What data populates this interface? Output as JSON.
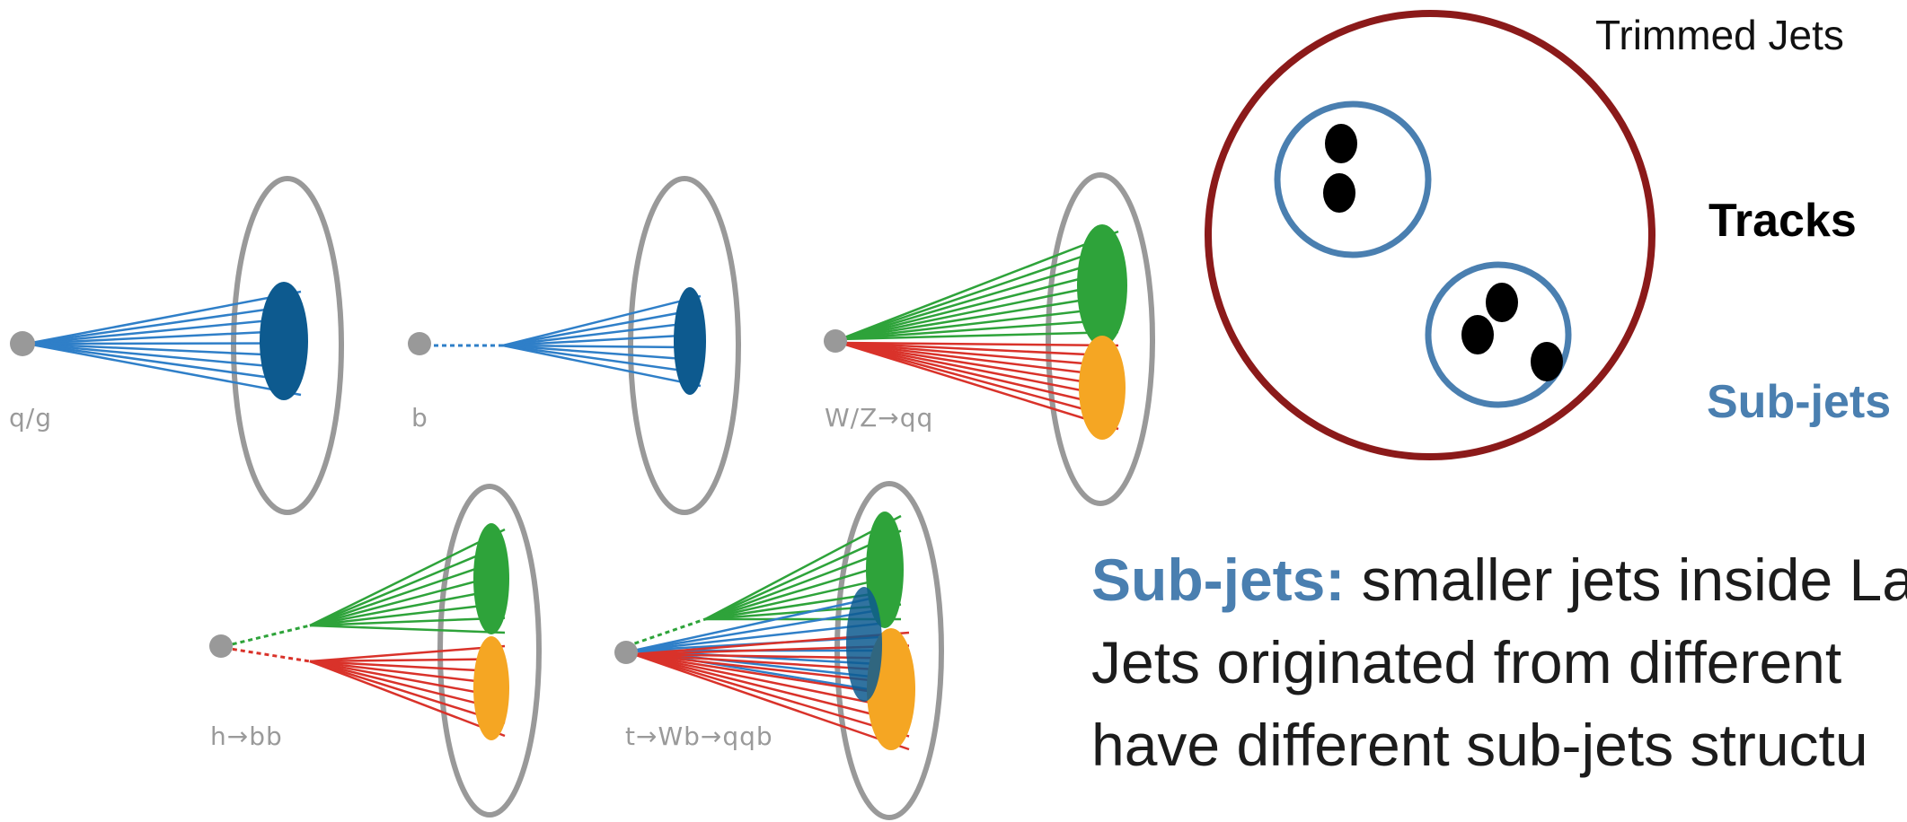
{
  "jet_diagrams": [
    {
      "label": "q/g"
    },
    {
      "label": "b"
    },
    {
      "label": "W/Z→qq"
    },
    {
      "label": "h→bb"
    },
    {
      "label": "t→Wb→qqb"
    }
  ],
  "trimmed_jet_panel": {
    "title": "Trimmed Jets",
    "tracks_label": "Tracks",
    "subjets_label": "Sub-jets"
  },
  "description": {
    "definition_term": "Sub-jets:",
    "definition_text": " smaller jets inside La",
    "line2": "Jets originated from different",
    "line3": "have different sub-jets structu"
  },
  "colors": {
    "blue_lines": "#2f7fc8",
    "blue_fill": "#0d5a8f",
    "green": "#2ea33a",
    "red": "#d9322a",
    "orange": "#f5a623",
    "gray": "#999999",
    "dark_red": "#8b1a1a",
    "subjet_blue": "#4a7fb0"
  }
}
